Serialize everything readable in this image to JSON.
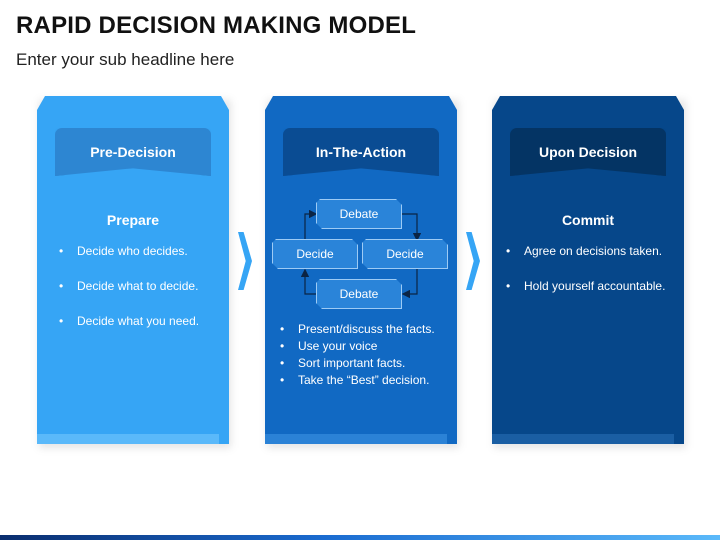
{
  "title": "RAPID DECISION MAKING MODEL",
  "subtitle": "Enter your sub headline here",
  "columns": [
    {
      "header": "Pre-Decision",
      "section_title": "Prepare",
      "bullets": [
        "Decide who decides.",
        "Decide what to decide.",
        "Decide what you need."
      ],
      "color": "#36a5f5"
    },
    {
      "header": "In-The-Action",
      "cycle": {
        "top": "Debate",
        "left": "Decide",
        "right": "Decide",
        "bottom": "Debate"
      },
      "bullets": [
        "Present/discuss the facts.",
        "Use your voice",
        "Sort important facts.",
        "Take the “Best” decision."
      ],
      "color": "#1169c3"
    },
    {
      "header": "Upon Decision",
      "section_title": "Commit",
      "bullets": [
        "Agree on decisions taken.",
        "Hold yourself accountable."
      ],
      "color": "#06478a"
    }
  ]
}
